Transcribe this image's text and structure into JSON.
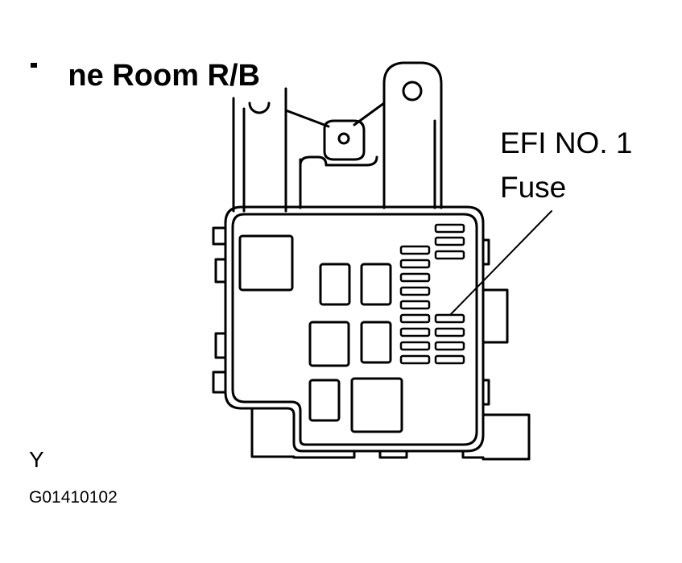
{
  "title": "˜gine Room R/B",
  "callout": {
    "line1": "EFI NO. 1",
    "line2": "Fuse"
  },
  "corner_letter": "Y",
  "figure_code": "G01410102",
  "colors": {
    "line": "#000000",
    "background": "#ffffff"
  }
}
